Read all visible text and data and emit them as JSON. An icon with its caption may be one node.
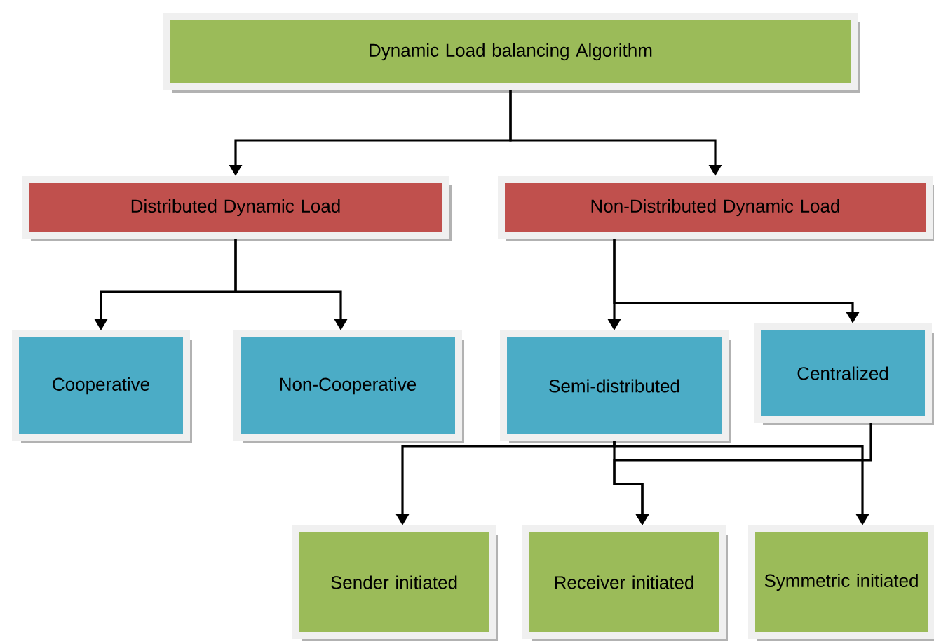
{
  "diagram": {
    "nodes": [
      {
        "text": [
          "Dynamic Load balancing Algorithm"
        ]
      },
      {
        "text": [
          "Distributed Dynamic Load"
        ]
      },
      {
        "text": [
          "Non-Distributed Dynamic Load"
        ]
      },
      {
        "text": [
          "Cooperative"
        ]
      },
      {
        "text": [
          "Non-Cooperative"
        ]
      },
      {
        "text": [
          "Semi-distributed"
        ]
      },
      {
        "text": [
          "Centralized"
        ]
      },
      {
        "text": [
          "Sender initiated"
        ]
      },
      {
        "text": [
          "Receiver initiated"
        ]
      },
      {
        "text": [
          "Symmetric initiated"
        ]
      }
    ],
    "edges": [
      {
        "from": 0,
        "to": 1,
        "arrow": "to"
      },
      {
        "from": 0,
        "to": 2,
        "arrow": "to"
      },
      {
        "from": 1,
        "to": 3,
        "arrow": "to"
      },
      {
        "from": 1,
        "to": 4,
        "arrow": "to"
      },
      {
        "from": 2,
        "to": 5,
        "arrow": "to"
      },
      {
        "from": 2,
        "to": 6,
        "arrow": "to"
      },
      {
        "from": 5,
        "to": 7,
        "arrow": "to"
      },
      {
        "from": 5,
        "to": 8,
        "arrow": "to"
      },
      {
        "from": 5,
        "to": 9,
        "arrow": "to"
      },
      {
        "from": 6,
        "to": 8,
        "arrow": "to"
      }
    ]
  }
}
